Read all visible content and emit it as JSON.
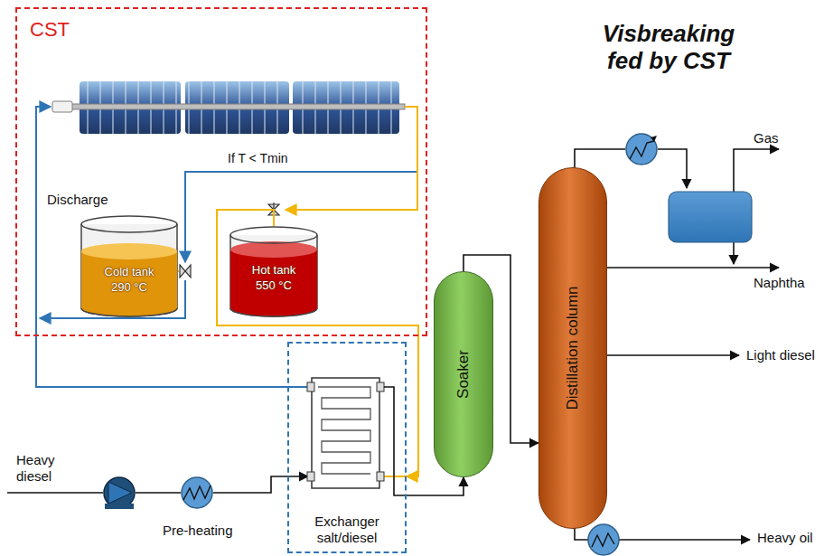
{
  "diagram": {
    "title": "Visbreaking fed by CST",
    "nodes": [
      {
        "text": [
          "CST"
        ]
      },
      {
        "text": [
          "Cold tank",
          "290 °C"
        ],
        "in": 0
      },
      {
        "text": [
          "Hot tank",
          "550 °C"
        ],
        "in": 0
      },
      {
        "text": [
          "Exchanger salt/diesel"
        ]
      },
      {
        "text": [
          "Soaker"
        ]
      },
      {
        "text": [
          "Distillation column"
        ]
      }
    ],
    "edges": [
      {
        "from": 2,
        "to": 3,
        "arrow": "to"
      },
      {
        "from": 3,
        "to": 4,
        "arrow": "to"
      },
      {
        "from": 4,
        "to": 5,
        "arrow": "to"
      }
    ],
    "labels": [
      "Discharge",
      "If T < Tmin",
      "Heavy diesel",
      "Pre-heating",
      "Gas",
      "Naphtha",
      "Light diesel",
      "Heavy oil"
    ]
  }
}
